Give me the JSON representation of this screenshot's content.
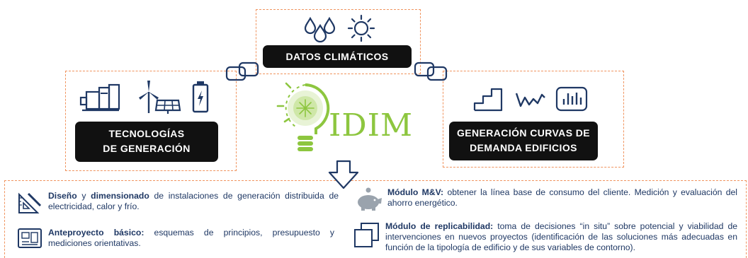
{
  "top_box": {
    "label": "DATOS CLIMÁTICOS",
    "icons": [
      "water-drops-icon",
      "sun-icon"
    ]
  },
  "left_box": {
    "label_line1": "TECNOLOGÍAS",
    "label_line2": "DE GENERACIÓN",
    "icons": [
      "generator-equipment-icon",
      "wind-solar-icon",
      "battery-icon"
    ]
  },
  "right_box": {
    "label_line1": "GENERACIÓN CURVAS DE",
    "label_line2": "DEMANDA EDIFICIOS",
    "icons": [
      "stairs-chart-icon",
      "zigzag-line-icon",
      "bar-chart-icon"
    ]
  },
  "logo": {
    "text": "IDIM",
    "icon": "lightbulb-snowflake-icon"
  },
  "features": [
    {
      "icon": "design-tools-icon",
      "bold1": "Diseño",
      "text1": " y ",
      "bold2": "dimensionado",
      "text2": " de instalaciones de generación distribuida de electricidad, calor y frío."
    },
    {
      "icon": "blueprint-icon",
      "bold1": "Anteproyecto básico:",
      "text1": " esquemas de principios, presupuesto y mediciones orientativas."
    },
    {
      "icon": "piggy-bank-icon",
      "bold1": "Módulo M&V:",
      "text1": " obtener la línea base de consumo del cliente. Medición y evaluación del ahorro energético."
    },
    {
      "icon": "copy-squares-icon",
      "bold1": "Módulo de replicabilidad:",
      "text1": " toma de decisiones “in situ” sobre potencial y viabilidad de intervenciones en nuevos proyectos (identificación de las soluciones más adecuadas en función de la tipología de edificio y de sus variables de contorno)."
    }
  ],
  "colors": {
    "dash_orange": "#f0945f",
    "navy": "#1f3864",
    "logo_green": "#8dc63f",
    "pill_black": "#111111"
  }
}
